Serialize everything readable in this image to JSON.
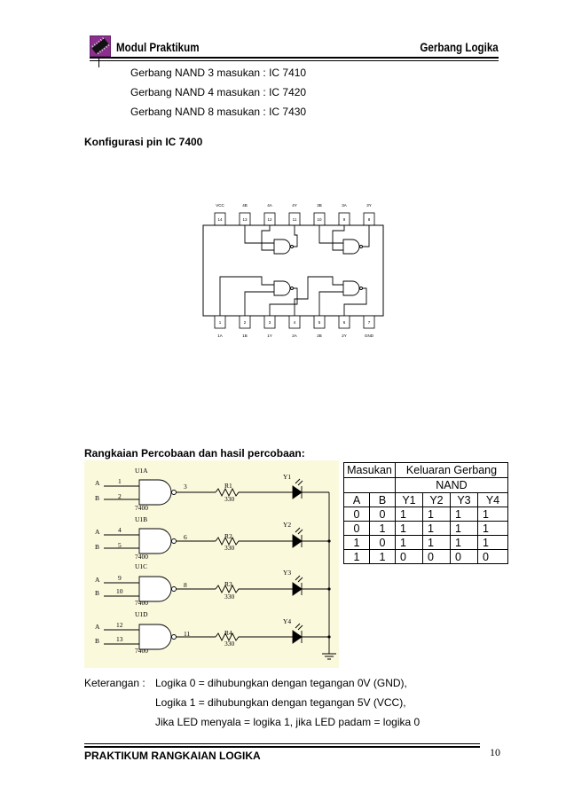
{
  "header": {
    "left_title": "Modul Praktikum",
    "right_title": "Gerbang Logika",
    "logo_icon": "ic-chip-logo-icon"
  },
  "intro_lines": [
    "Gerbang NAND 3 masukan : IC 7410",
    "Gerbang NAND 4 masukan : IC 7420",
    "Gerbang NAND 8 masukan : IC 7430"
  ],
  "pin_section_title": "Konfigurasi pin IC 7400",
  "ic_diagram": {
    "top_labels": [
      "VCC",
      "4B",
      "4A",
      "4Y",
      "3B",
      "3A",
      "3Y"
    ],
    "top_pins": [
      "14",
      "13",
      "12",
      "11",
      "10",
      "9",
      "8"
    ],
    "bottom_pins": [
      "1",
      "2",
      "3",
      "4",
      "5",
      "6",
      "7"
    ],
    "bottom_labels": [
      "1A",
      "1B",
      "1Y",
      "2A",
      "2B",
      "2Y",
      "GND"
    ]
  },
  "experiment_title": "Rangkaian Percobaan dan hasil percobaan:",
  "schematic": {
    "gates": [
      {
        "unit": "U1A",
        "pin_a": "1",
        "pin_b": "2",
        "pin_out": "3",
        "resistor": "R1",
        "ohm": "330",
        "led": "Y1",
        "part": "7400"
      },
      {
        "unit": "U1B",
        "pin_a": "4",
        "pin_b": "5",
        "pin_out": "6",
        "resistor": "R2",
        "ohm": "330",
        "led": "Y2",
        "part": "7400"
      },
      {
        "unit": "U1C",
        "pin_a": "9",
        "pin_b": "10",
        "pin_out": "8",
        "resistor": "R3",
        "ohm": "330",
        "led": "Y3",
        "part": "7400"
      },
      {
        "unit": "U1D",
        "pin_a": "12",
        "pin_b": "13",
        "pin_out": "11",
        "resistor": "R4",
        "ohm": "330",
        "led": "Y4",
        "part": "7400"
      }
    ],
    "input_a": "A",
    "input_b": "B"
  },
  "truth_table": {
    "header_masukan": "Masukan",
    "header_keluaran_1": "Keluaran Gerbang",
    "header_keluaran_2": "NAND",
    "columns": [
      "A",
      "B",
      "Y1",
      "Y2",
      "Y3",
      "Y4"
    ],
    "rows": [
      [
        "0",
        "0",
        "1",
        "1",
        "1",
        "1"
      ],
      [
        "0",
        "1",
        "1",
        "1",
        "1",
        "1"
      ],
      [
        "1",
        "0",
        "1",
        "1",
        "1",
        "1"
      ],
      [
        "1",
        "1",
        "0",
        "0",
        "0",
        "0"
      ]
    ]
  },
  "notes": {
    "label": "Keterangan :",
    "lines": [
      "Logika 0 = dihubungkan dengan tegangan 0V (GND),",
      "Logika 1 = dihubungkan dengan tegangan 5V (VCC),",
      "Jika LED menyala = logika 1, jika LED padam = logika 0"
    ]
  },
  "footer": {
    "text": "PRAKTIKUM RANGKAIAN LOGIKA",
    "page_number": "10"
  }
}
